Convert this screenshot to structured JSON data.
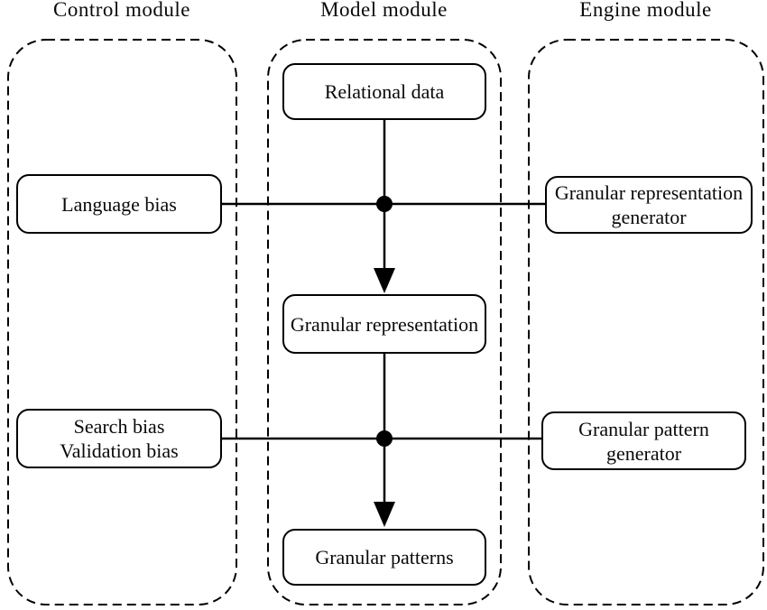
{
  "figure": {
    "background": "#ffffff",
    "line_color": "#000000",
    "modules": [
      {
        "id": "control",
        "title": "Control module"
      },
      {
        "id": "model",
        "title": "Model module"
      },
      {
        "id": "engine",
        "title": "Engine module"
      }
    ],
    "nodes": [
      {
        "id": "relational-data",
        "module": "model",
        "lines": [
          "Relational data"
        ]
      },
      {
        "id": "language-bias",
        "module": "control",
        "lines": [
          "Language bias"
        ]
      },
      {
        "id": "granular-representation-generator",
        "module": "engine",
        "lines": [
          "Granular representation",
          "generator"
        ]
      },
      {
        "id": "granular-representation",
        "module": "model",
        "lines": [
          "Granular representation"
        ]
      },
      {
        "id": "search-validation-bias",
        "module": "control",
        "lines": [
          "Search bias",
          "Validation bias"
        ]
      },
      {
        "id": "granular-pattern-generator",
        "module": "engine",
        "lines": [
          "Granular pattern",
          "generator"
        ]
      },
      {
        "id": "granular-patterns",
        "module": "model",
        "lines": [
          "Granular patterns"
        ]
      }
    ],
    "edges": [
      {
        "from": "relational-data",
        "to": "granular-representation",
        "style": "arrow-down",
        "junction_dot": true
      },
      {
        "from": "language-bias",
        "to": "granular-representation-generator",
        "style": "plain-line",
        "crosses_flow_at_junction": 1
      },
      {
        "from": "granular-representation",
        "to": "granular-patterns",
        "style": "arrow-down",
        "junction_dot": true
      },
      {
        "from": "search-validation-bias",
        "to": "granular-pattern-generator",
        "style": "plain-line",
        "crosses_flow_at_junction": 2
      }
    ]
  }
}
